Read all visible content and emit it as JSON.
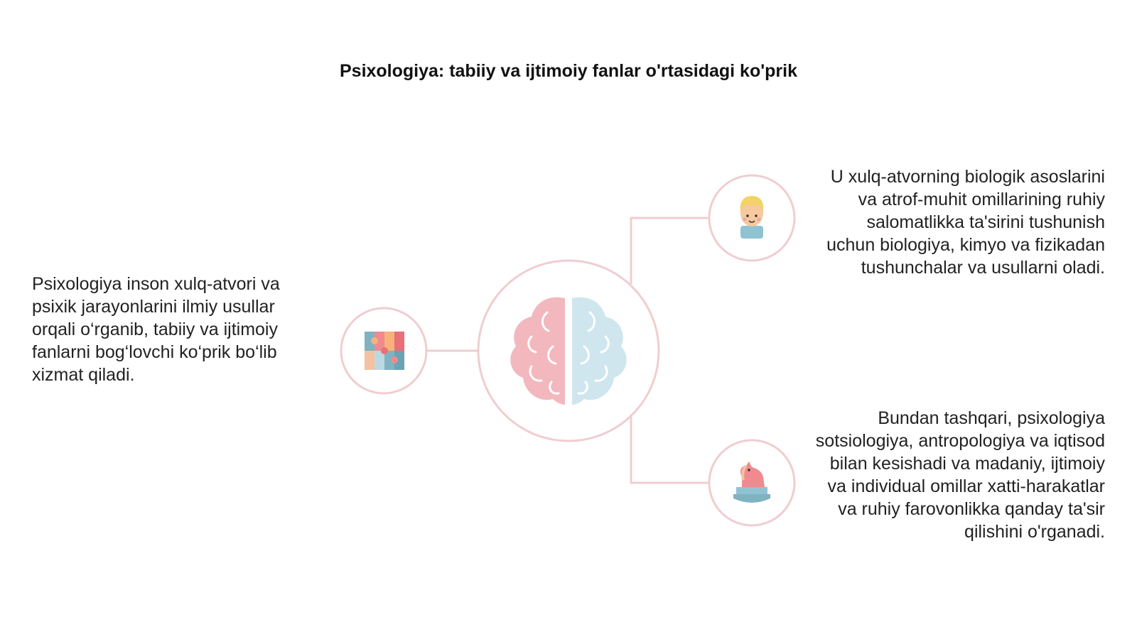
{
  "title": "Psixologiya: tabiiy va ijtimoiy fanlar o'rtasidagi ko'prik",
  "left_text": "Psixologiya inson xulq-atvori va psixik jarayonlarini ilmiy usullar orqali o‘rganib, tabiiy va ijtimoiy fanlarni bog‘lovchi ko‘prik bo‘lib xizmat qiladi.",
  "right_top_text": "U xulq-atvorning biologik asoslarini va atrof-muhit omillarining ruhiy salomatlikka ta'sirini tushunish uchun biologiya, kimyo va fizikadan tushunchalar va usullarni oladi.",
  "right_bottom_text": "Bundan tashqari, psixologiya sotsiologiya, antropologiya va iqtisod bilan kesishadi va madaniy, ijtimoiy va individual omillar xatti-harakatlar va ruhiy farovonlikka qanday ta'sir qilishini o'rganadi.",
  "icons": {
    "center": "brain-icon",
    "left": "puzzle-icon",
    "top_right": "child-face-icon",
    "bottom_right": "rocking-horse-icon"
  },
  "colors": {
    "ring": "#f0cdd0",
    "connector": "#f0cdd0",
    "brain_left": "#f2b8bd",
    "brain_right": "#cfe6ee"
  }
}
